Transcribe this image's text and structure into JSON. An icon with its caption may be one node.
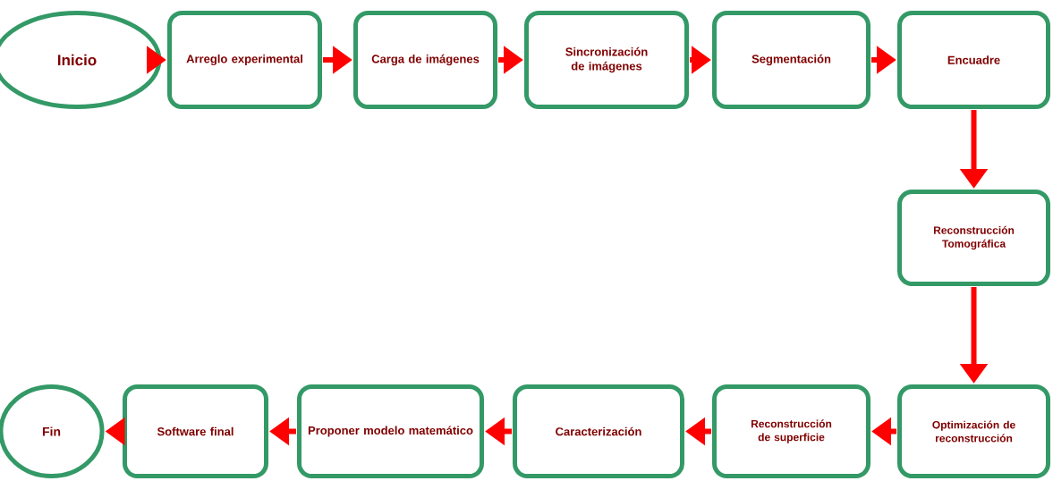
{
  "diagram": {
    "nodes": [
      {
        "text": [
          "Inicio"
        ]
      },
      {
        "text": [
          "Arreglo experimental"
        ]
      },
      {
        "text": [
          "Carga de imágenes"
        ]
      },
      {
        "text": [
          "Sincronización de imágenes"
        ]
      },
      {
        "text": [
          "Segmentación"
        ]
      },
      {
        "text": [
          "Encuadre"
        ]
      },
      {
        "text": [
          "Reconstrucción Tomográfica"
        ]
      },
      {
        "text": [
          "Optimización de reconstrucción"
        ]
      },
      {
        "text": [
          "Reconstrucción de superficie"
        ]
      },
      {
        "text": [
          "Caracterización"
        ]
      },
      {
        "text": [
          "Proponer  modelo matemático"
        ]
      },
      {
        "text": [
          "Software final"
        ]
      },
      {
        "text": [
          "Fin"
        ]
      }
    ],
    "edges": [
      {
        "from": 0,
        "to": 1,
        "arrow": "to"
      },
      {
        "from": 1,
        "to": 2,
        "arrow": "to"
      },
      {
        "from": 2,
        "to": 3,
        "arrow": "to"
      },
      {
        "from": 3,
        "to": 4,
        "arrow": "to"
      },
      {
        "from": 4,
        "to": 5,
        "arrow": "to"
      },
      {
        "from": 5,
        "to": 6,
        "arrow": "to"
      },
      {
        "from": 6,
        "to": 7,
        "arrow": "to"
      },
      {
        "from": 7,
        "to": 8,
        "arrow": "to"
      },
      {
        "from": 8,
        "to": 9,
        "arrow": "to"
      },
      {
        "from": 9,
        "to": 10,
        "arrow": "to"
      },
      {
        "from": 10,
        "to": 11,
        "arrow": "to"
      },
      {
        "from": 11,
        "to": 12,
        "arrow": "to"
      }
    ]
  }
}
